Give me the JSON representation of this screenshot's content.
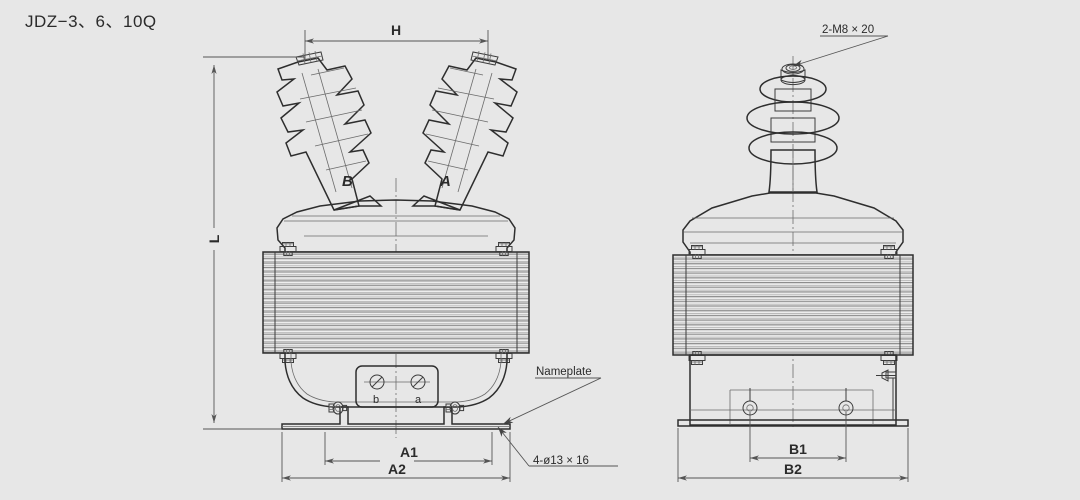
{
  "drawing": {
    "title": "JDZ−3、6、10Q",
    "background_color": "#e7e7e7",
    "line_color": "#3c3c3c"
  },
  "views": {
    "left": {
      "name": "front-view",
      "dimensions": {
        "height_overall": "L",
        "bushing_spacing": "H",
        "base_inner": "A1",
        "base_outer": "A2"
      },
      "bushing_labels": {
        "left": "B",
        "right": "A"
      },
      "terminal_labels": {
        "left": "b",
        "right": "a"
      },
      "notes": {
        "nameplate": "Nameplate",
        "mounting_holes": "4-ø13 × 16"
      }
    },
    "right": {
      "name": "side-view",
      "dimensions": {
        "base_inner": "B1",
        "base_outer": "B2"
      },
      "notes": {
        "terminal_stud": "2-M8 × 20"
      }
    }
  }
}
